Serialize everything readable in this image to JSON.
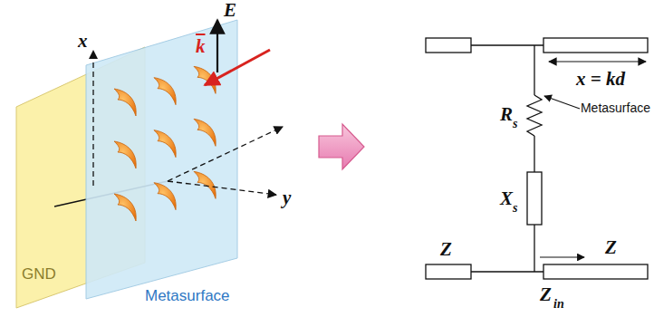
{
  "diagram": {
    "labels": [
      "x",
      "E",
      "k",
      "y",
      "GND",
      "Metasurface",
      "x = kd",
      "R",
      "s",
      "Metasurface",
      "X",
      "s",
      "Z",
      "Z",
      "Z",
      "in"
    ]
  }
}
